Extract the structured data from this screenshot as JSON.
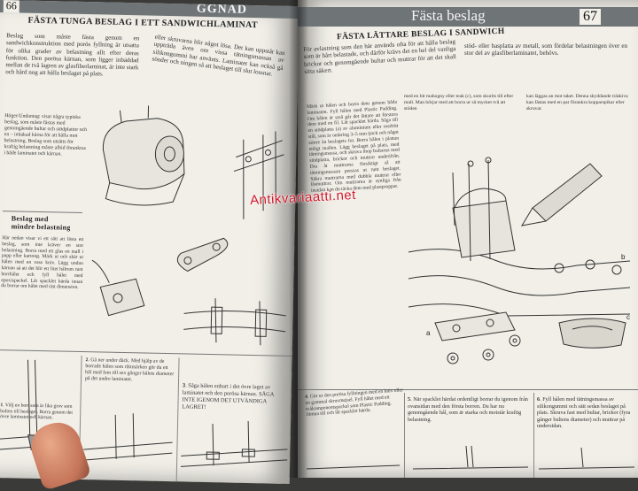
{
  "left_page": {
    "page_number": "66",
    "banner_fragment": "GGNAD",
    "section_title": "FÄSTA TUNGA BESLAG I ETT SANDWICHLAMINAT",
    "col1_intro": "Beslag som måste fästa genom en sandwichkonstruktion med porös fyllning är utsatta för olika grader av belastning allt efter deras funktion. Den porösa kärnan, som ligger inbäddad mellan de två lagren av glasfiberlaminat, är inte stark och hård nog att hålla beslaget på plats.",
    "col2_intro": "eller skruvarna blir något lösa. Det kan uppstår kan uppträda även om vissa tätningsmassan av silikongummi har använts. Laminatet kan också gå sönder och ningen så att beslaget till slut lossnar.",
    "caption_left": "Höger/Undantag: visar några typiska beslag, som måste fästas med genomgående bultar och stödplattor och en – inbakad kärna för att hålla mot belastning. Beslag som utsätts för kraftig belastning måste alltid förankras i både laminatet och kärnan.",
    "subheading": "Beslag med mindre belastning",
    "body_left": "Här nedan visar vi ett sätt att fästa ett beslag, som inte kräver en stor belastning. Borra med ett glas en mall i papp eller kartong. Märk ut och skär ut hålen med en vass kniv. Lägg undan kärnan så att det blir ett litet hålrum runt borrhålet och fyll hålet med epoxispackel. Låt spacklet härda innan du borrar om hålet med rätt dimension.",
    "steps": [
      {
        "num": "1",
        "text": "Välj en borr som är lika grov som bulten till beslaget. Borra genom det övre laminatet och kärnan."
      },
      {
        "num": "2",
        "text": "Gå ner under däck. Med hjälp av de borrade hålen som riktmärken gör du ett hål med fem till sex gånger hålets diameter på det undre laminatet."
      },
      {
        "num": "3",
        "text": "Såga hålen enbart i det övre laget av laminatet och den porösa kärnan. SÅGA INTE IGENOM DET UTVÄNDIGA LAGRET!"
      }
    ]
  },
  "right_page": {
    "banner_title": "Fästa beslag",
    "page_number": "67",
    "section_title": "FÄSTA LÄTTARE BESLAG I SANDWICH",
    "col1_top": "För avlastning som den här används ofta för att hålla beslag som är hårt belastade, och därför krävs det en hel del vanliga brickor och genomgående bultar och muttrar för att det skall sitta säkert.",
    "col2_top": "stöd- eller basplatta av metall, som fördelar belastningen över en stor del av glasfiberlaminatet, behövs.",
    "col1_body": "Märk ut hålen och borra dem genom båda laminaten. Fyll hålen med Plastic Padding. Om hålen är små går det lättare att förstora dem med en fil. Låt spacklet härda. Såga till en stödplatta (a) av aluminium eller rostfritt stål, som är omkring 3–5 mm tjock och något större än beslagets fot. Borra hålen i plattan enligt mallen. Lägg beslaget på plats, med tätningsmassa, och skruva ihop bultarna med stödplatta, brickor och muttrar underifrån. Dra åt muttrarna försiktigt så att tätningsmassan pressas ut runt beslaget. Säkra muttrarna med dubbla muttrar eller låsmuttrar. Om muttrarna är synliga från insidan kan du täcka dem med plastproppar.",
    "col2_mid": "med en bit mahogny eller teak (c), som skurits till efter mall. Man börjar med att borra ur så mycket två att stöden",
    "col3_mid": "kan läggas an mot taket. Denna skyddande träskiva kan fästas med en par förankra kopparspikar eller skruvar.",
    "steps": [
      {
        "num": "4",
        "text": "Gör ur den porösa fyllningen med en kniv eller en gammal skruvmejsel. Fyll hålet med ett tvåkomponentspackel som Plastic Padding. Jämna till och låt spacklet härda."
      },
      {
        "num": "5",
        "text": "När spacklet härdat ordentligt borrar du igenom från ovansidan med den första borren. Du har nu genomgående hål, som är starka och motstår kraftig belastning."
      },
      {
        "num": "6",
        "text": "Fyll hålen med tätningsmassa av silikongummi och sätt sedan beslaget på plats. Skruva fast med bultar, brickor (fyra gånger bultens diameter) och muttrar på undersidan."
      }
    ],
    "callouts": [
      "a",
      "b",
      "c"
    ]
  },
  "watermark": "Antikvariaatti.net"
}
